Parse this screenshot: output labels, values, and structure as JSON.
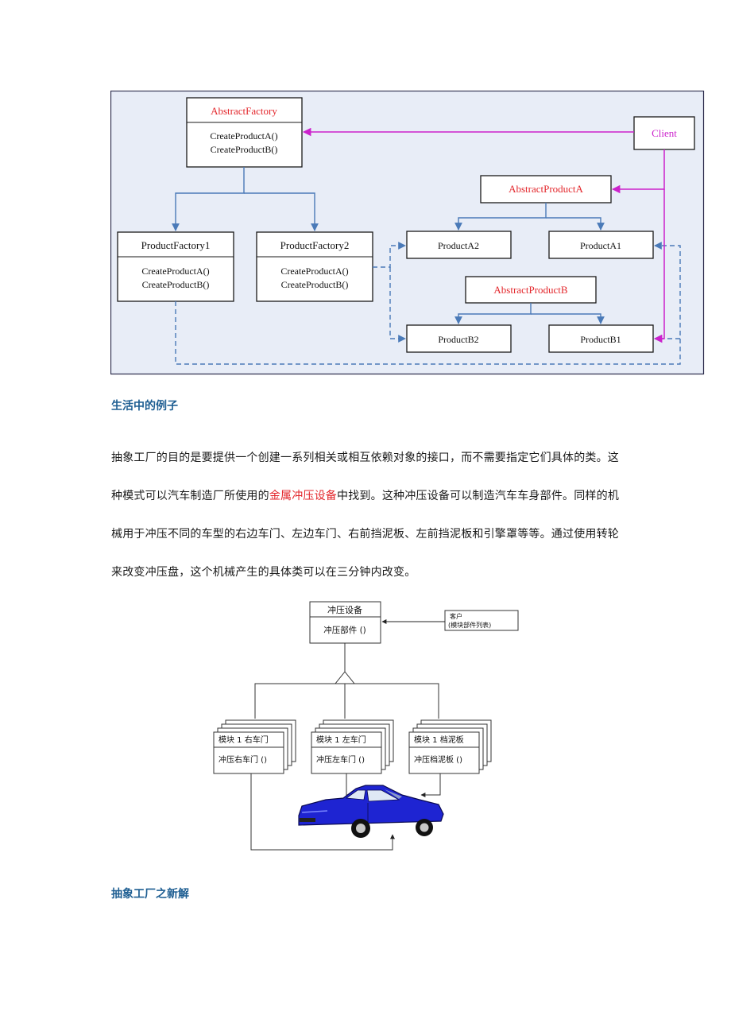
{
  "uml": {
    "abstract_factory": {
      "name": "AbstractFactory",
      "methods": [
        "CreateProductA()",
        "CreateProductB()"
      ]
    },
    "product_factory_1": {
      "name": "ProductFactory1",
      "methods": [
        "CreateProductA()",
        "CreateProductB()"
      ]
    },
    "product_factory_2": {
      "name": "ProductFactory2",
      "methods": [
        "CreateProductA()",
        "CreateProductB()"
      ]
    },
    "client": "Client",
    "abstract_product_a": "AbstractProductA",
    "abstract_product_b": "AbstractProductB",
    "product_a2": "ProductA2",
    "product_a1": "ProductA1",
    "product_b2": "ProductB2",
    "product_b1": "ProductB1",
    "colors": {
      "background": "#e8edf7",
      "class_name": "#e3262b",
      "client_link": "#cc22cc",
      "connector": "#4a7ab8"
    }
  },
  "section_1_heading": "生活中的例子",
  "paragraph": {
    "before": "抽象工厂的目的是要提供一个创建一系列相关或相互依赖对象的接口，而不需要指定它们具体的类。这种模式可以汽车制造厂所使用的",
    "highlight": "金属冲压设备",
    "after": "中找到。这种冲压设备可以制造汽车车身部件。同样的机械用于冲压不同的车型的右边车门、左边车门、右前挡泥板、左前挡泥板和引擎罩等等。通过使用转轮来改变冲压盘，这个机械产生的具体类可以在三分钟内改变。"
  },
  "stamping": {
    "equipment": {
      "name": "冲压设备",
      "method": "冲压部件 ()"
    },
    "client": {
      "line1": "客户",
      "line2": "(模块部件列表)"
    },
    "modules": [
      {
        "header": "模块 1  右车门",
        "method": "冲压右车门 ()"
      },
      {
        "header": "模块 1  左车门",
        "method": "冲压左车门 ()"
      },
      {
        "header": "模块 1  档泥板",
        "method": "冲压档泥板 ()"
      }
    ]
  },
  "section_2_heading": "抽象工厂之新解"
}
